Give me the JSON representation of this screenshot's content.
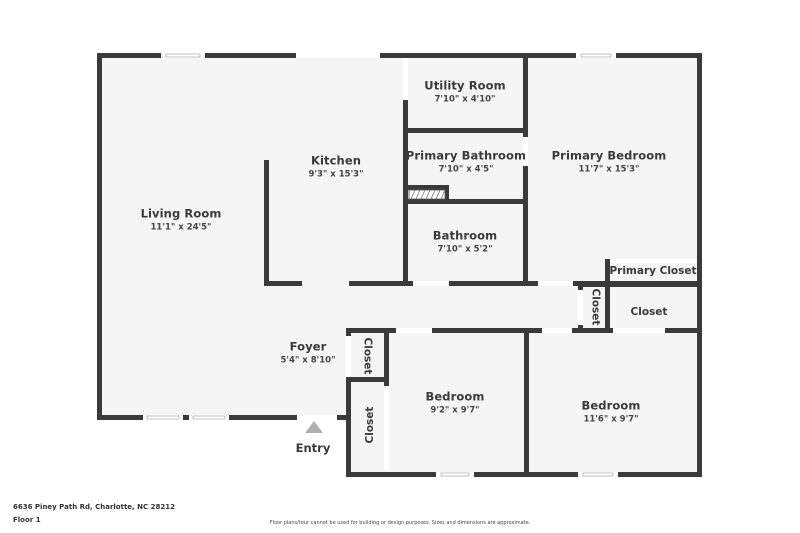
{
  "plan": {
    "address": "6636 Piney Path Rd, Charlotte, NC 28212",
    "floor": "Floor 1",
    "disclaimer": "Floor plans/tour cannot be used for building or design purposes. Sizes and dimensions are approximate.",
    "entry_label": "Entry",
    "colors": {
      "wall": "#3a3a3a",
      "floor": "#f5f5f5",
      "background": "#ffffff",
      "entry_marker": "#b0b0b0"
    }
  },
  "rooms": {
    "living_room": {
      "name": "Living Room",
      "dims": "11'1\" x 24'5\""
    },
    "kitchen": {
      "name": "Kitchen",
      "dims": "9'3\" x 15'3\""
    },
    "utility_room": {
      "name": "Utility Room",
      "dims": "7'10\" x 4'10\""
    },
    "primary_bathroom": {
      "name": "Primary Bathroom",
      "dims": "7'10\" x 4'5\""
    },
    "primary_bedroom": {
      "name": "Primary Bedroom",
      "dims": "11'7\" x 15'3\""
    },
    "bathroom": {
      "name": "Bathroom",
      "dims": "7'10\" x 5'2\""
    },
    "primary_closet": {
      "name": "Primary Closet"
    },
    "hall_closet": {
      "name": "Closet"
    },
    "closet_right": {
      "name": "Closet"
    },
    "foyer": {
      "name": "Foyer",
      "dims": "5'4\" x 8'10\""
    },
    "foyer_closet": {
      "name": "Closet"
    },
    "entry_closet": {
      "name": "Closet"
    },
    "bedroom_1": {
      "name": "Bedroom",
      "dims": "9'2\" x 9'7\""
    },
    "bedroom_2": {
      "name": "Bedroom",
      "dims": "11'6\" x 9'7\""
    }
  }
}
